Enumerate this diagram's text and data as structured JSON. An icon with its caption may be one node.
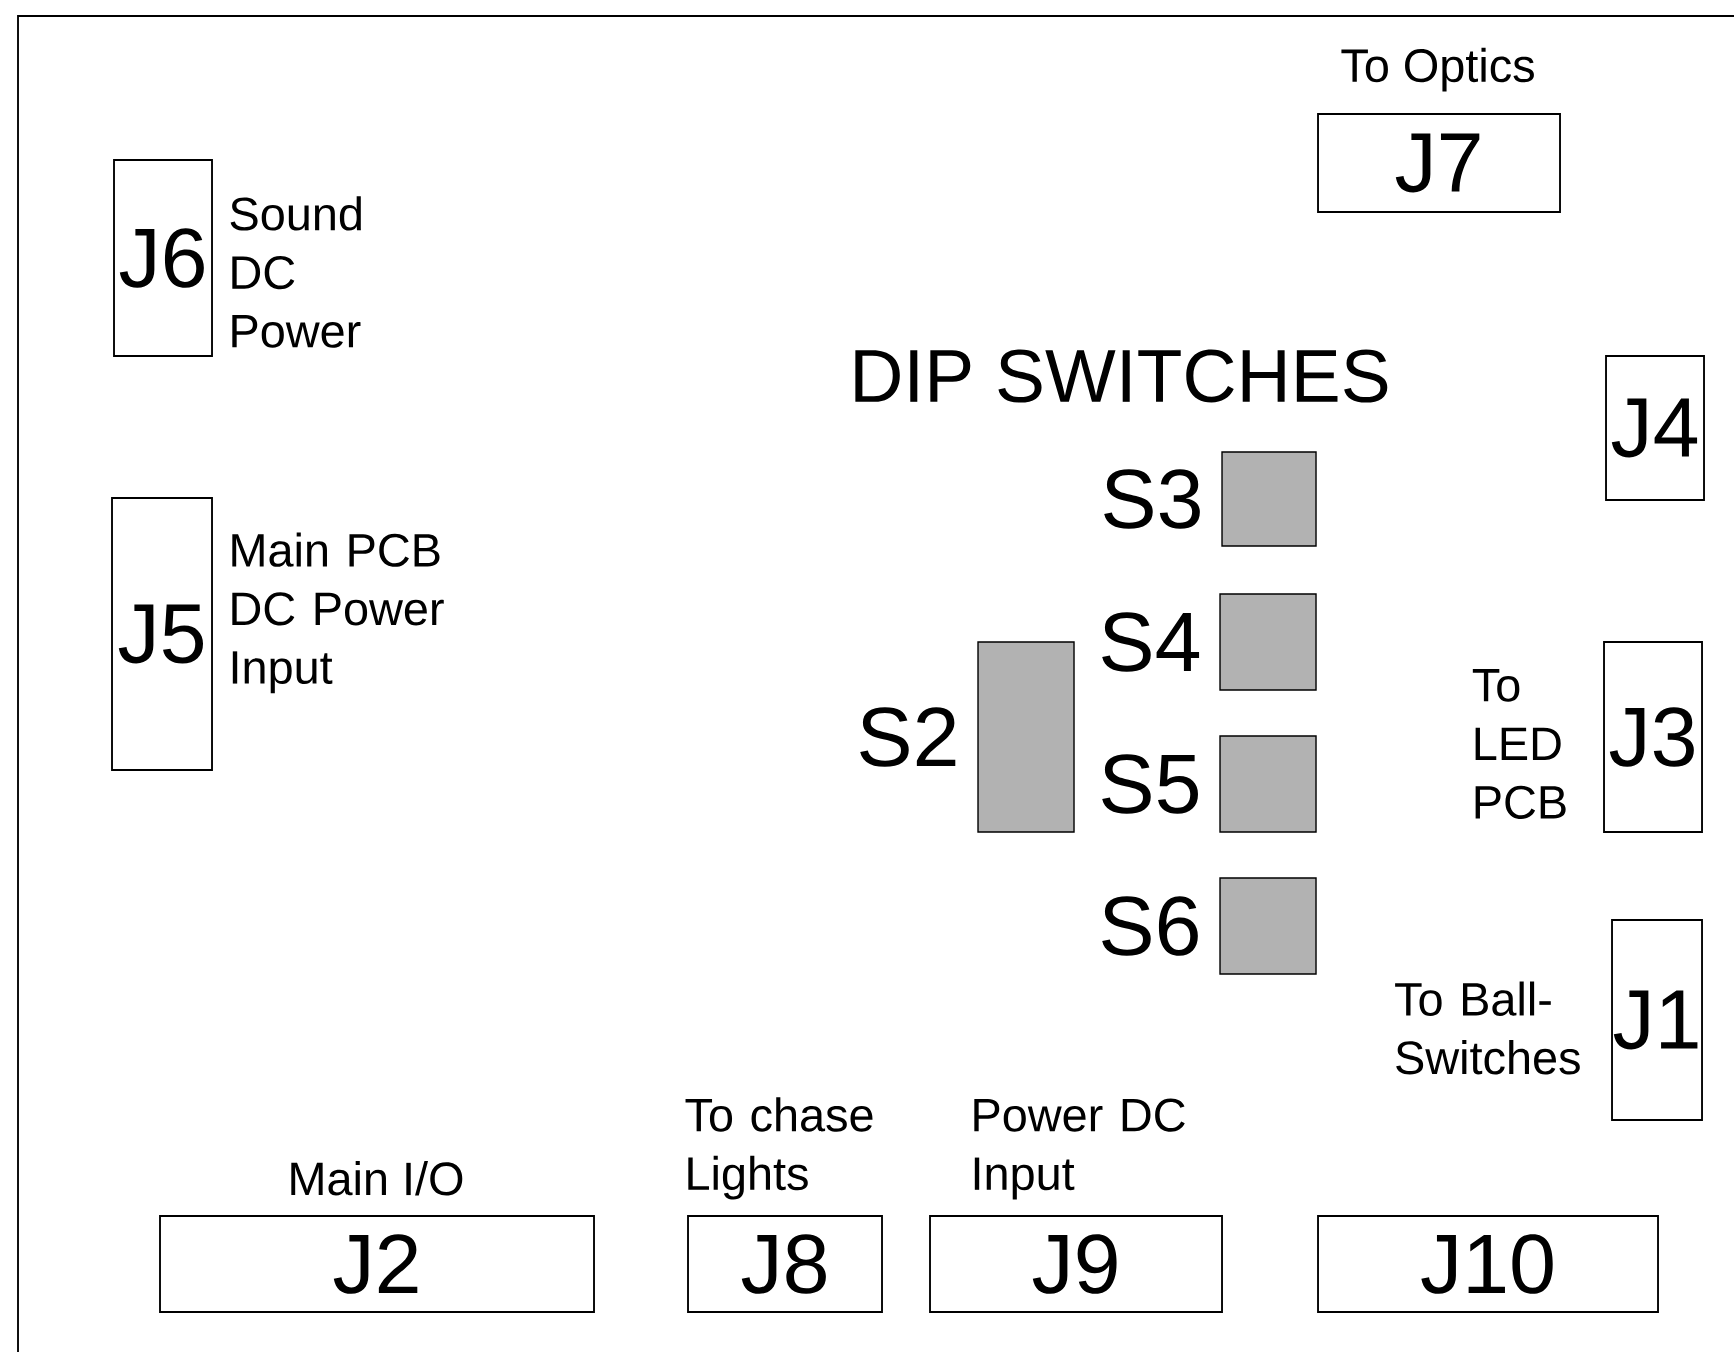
{
  "diagram": {
    "nodes": [
      {
        "text": [
          "J7"
        ],
        "beside": [
          "To Optics"
        ]
      },
      {
        "text": [
          "J6"
        ],
        "beside": [
          "Sound DC Power"
        ]
      },
      {
        "text": [
          "J4"
        ]
      },
      {
        "text": [
          "S3"
        ]
      },
      {
        "text": [
          "J5"
        ],
        "beside": [
          "Main PCB DC Power Input"
        ]
      },
      {
        "text": [
          "S4"
        ]
      },
      {
        "text": [
          "S2"
        ]
      },
      {
        "text": [
          "J3"
        ],
        "beside": [
          "To LED PCB"
        ]
      },
      {
        "text": [
          "S5"
        ]
      },
      {
        "text": [
          "S6"
        ]
      },
      {
        "text": [
          "J1"
        ],
        "beside": [
          "To Ball-Switches"
        ]
      },
      {
        "text": [
          "J2"
        ],
        "beside": [
          "Main I/O"
        ]
      },
      {
        "text": [
          "J8"
        ],
        "beside": [
          "To chase Lights"
        ]
      },
      {
        "text": [
          "J9"
        ],
        "beside": [
          "Power DC Input"
        ]
      },
      {
        "text": [
          "J10"
        ]
      }
    ],
    "labels": [
      "DIP SWITCHES"
    ]
  }
}
